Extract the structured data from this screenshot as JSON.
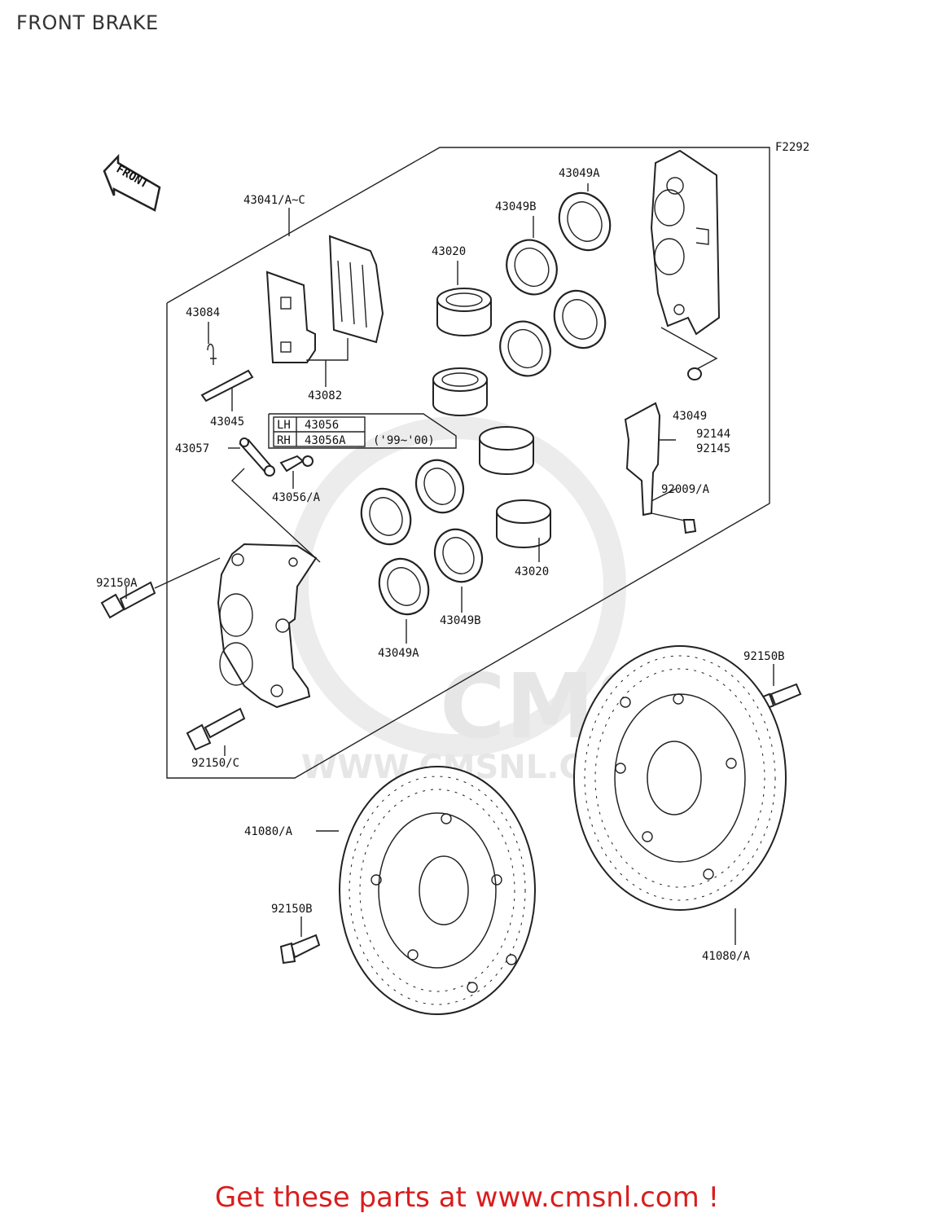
{
  "page": {
    "title": "FRONT BRAKE"
  },
  "diagram": {
    "figure_code": "F2292",
    "front_arrow_text": "FRONT",
    "watermark": {
      "logo": "CMS",
      "url": "WWW.CMSNL.COM"
    },
    "labels": {
      "caliper_assy": "43041/A~C",
      "seal_a_top": "43049A",
      "seal_b_top": "43049B",
      "piston_top": "43020",
      "pin_clip": "43084",
      "pad": "43082",
      "pad_pin": "43045",
      "bleeder_cap": "43057",
      "bleeder_valve": "43056/A",
      "bolt_a": "92150A",
      "bolt_c": "92150/C",
      "nut": "43049",
      "bracket_1": "92144",
      "bracket_2": "92145",
      "bracket_bolt": "92009/A",
      "piston_bottom": "43020",
      "seal_b_bottom": "43049B",
      "seal_a_bottom": "43049A",
      "disc_bolt_right": "92150B",
      "disc_left": "41080/A",
      "disc_bolt_left": "92150B",
      "disc_right": "41080/A"
    },
    "note_table": {
      "rows": [
        {
          "side": "LH",
          "part": "43056"
        },
        {
          "side": "RH",
          "part": "43056A"
        }
      ],
      "years": "('99~'00)"
    }
  },
  "footer": {
    "text": "Get these parts at www.cmsnl.com !"
  },
  "colors": {
    "footer_text": "#d81e1e",
    "line": "#222222",
    "watermark": "#e6e6e6"
  }
}
